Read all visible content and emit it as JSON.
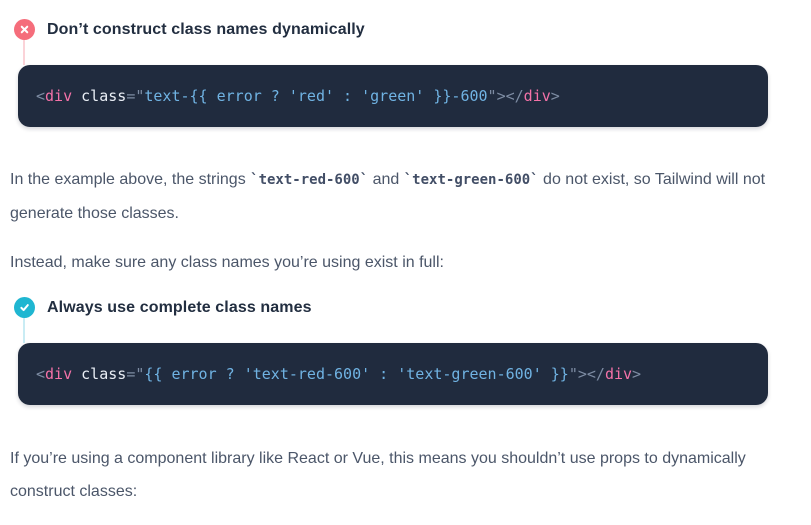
{
  "callouts": [
    {
      "type": "dont",
      "icon": "x-circle-icon",
      "icon_color": "#f56d7b",
      "connector_color": "#fbd3d8",
      "title": "Don’t construct class names dynamically",
      "code": {
        "t1": "<",
        "t2": "div",
        "t3": " class",
        "t4": "=\"",
        "t5": "text-{{ error ? 'red' : 'green' }}-600",
        "t6": "\"></",
        "t7": "div",
        "t8": ">"
      }
    },
    {
      "type": "do",
      "icon": "check-circle-icon",
      "icon_color": "#1fb6d1",
      "connector_color": "#c9ecf4",
      "title": "Always use complete class names",
      "code": {
        "t1": "<",
        "t2": "div",
        "t3": " class",
        "t4": "=\"",
        "t5": "{{ error ? 'text-red-600' : 'text-green-600' }}",
        "t6": "\"></",
        "t7": "div",
        "t8": ">"
      }
    }
  ],
  "paragraphs": {
    "p1": {
      "t1": "In the example above, the strings ",
      "c1": "`text-red-600`",
      "t2": " and ",
      "c2": "`text-green-600`",
      "t3": " do not exist, so Tailwind will not generate those classes."
    },
    "p2": "Instead, make sure any class names you’re using exist in full:",
    "p3": "If you’re using a component library like React or Vue, this means you shouldn’t use props to dynamically construct classes:"
  },
  "colors": {
    "code_background": "#202b3e",
    "code_tag": "#f472a8",
    "code_attr": "#e9eef5",
    "code_value": "#70b3e3",
    "code_punct": "#7d8ca3",
    "body_text": "#4b5669",
    "heading_text": "#222e40",
    "dont_icon": "#f56d7b",
    "do_icon": "#1fb6d1"
  }
}
